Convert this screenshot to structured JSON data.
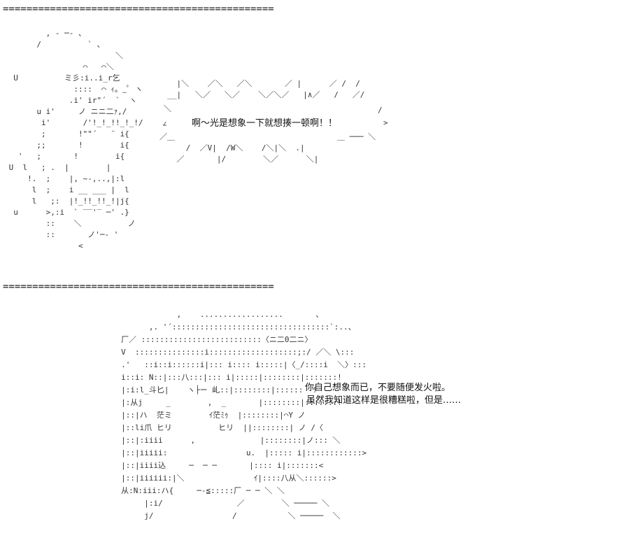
{
  "separators": {
    "top": "==============================================",
    "middle": "=============================================="
  },
  "speech": {
    "bubble_text": "啊～光是想象一下就想揍一顿啊！！",
    "reply_line1": "你自己想象而已，不要随便发火啦。",
    "reply_line2": "虽然我知道这样是很糟糕啦，但是……"
  },
  "art": {
    "character1_lines": [
      "         , - ─- 、",
      "       /          ` 、",
      "                        ＼",
      "                 ⌒   ⌒＼",
      "  U          ミ彡:i..i_r乞",
      "               ::::  ⌒ ｨ。_ﾟ ヽ",
      "              .i' ir\"´  `  ヽ",
      "       u i'     ノ ニニ二ｧ,/",
      "        i'       /'!_!_!!_!_!/",
      "        ;       !\"\"´   ¨ i{",
      "       ;;       !        i{",
      "   '   ;       !        i{",
      " U  l   ; .  |        |",
      "     !.  ;    |, ~-,..,|:l",
      "      l  ;    i __ ___ |  l",
      "      l   ;:  |!_!!_!!_!|j{",
      "  u      >,:i  ` ‾‾'‾ ─' .}",
      "         ::    ＼          ノ",
      "         ::       ノ'─- '",
      "                <"
    ],
    "character2_lines": [
      "                 ,    ..................       、",
      "           ,. '´::::::::::::::::::::::::::::::::::`:..、",
      "     厂／ ::::::::::::::::::::::::::〈ニ二0二ニ〉",
      "     V  :::::::::::::::i:::::::::::::::::::;:/ ／＼ \\:::",
      "     .'   ::i::i::::::i|::: i:::: i:::::|〈_/::::i  ＼〉:::",
      "     i::i: N::|:::八:::|::: i|:::::|::::::::|:::::::!",
      "     |:i:l_斗匕|    ヽ├ー 乢::|::::::::|::::::  !",
      "     |:从j     _        ,  _       |::::::::|:::::::!",
      "     |::|ハ  茫ミ        ｲ茫ﾐｩ  |::::::::|⌒Y ノ",
      "     |::li爪 ヒリ          ヒリ  ||::::::::| ノ /〈",
      "     |::|:iiii      ,              |::::::::|ノ::: ＼",
      "     |::|iiiii:                 u.  |::::: i|::::::::::::>",
      "     |::|iiii込     ─  ─ ─       |:::: i|:::::::<",
      "     |::|iiiiii:|＼               ｲ|::::八从＼::::::>",
      "     从:N:iii:ハ{     ─-≦:::::厂 ─ ─ ＼ ＼",
      "          |:i/                ／        ＼ ───── ＼",
      "          j/                 /           ＼ ─────  ＼"
    ],
    "bubble_top": "    |＼    ／＼   ／＼       ／ |      ／ /  /",
    "bubble_top2": "  __|   ＼／   ＼／    ＼／＼／   |∧／   /   ／/",
    "bubble_left": "＼",
    "bubble_right": "/",
    "bubble_mid_left": "∠",
    "bubble_mid_right": ">",
    "bubble_bot_left": "／＿",
    "bubble_bot_right": "＿ ─── ＼",
    "bubble_bottom": "      /  ／V|  /W＼    /＼|＼  .|",
    "bubble_bottom2": "    ／       |/        ＼／      ＼|"
  }
}
